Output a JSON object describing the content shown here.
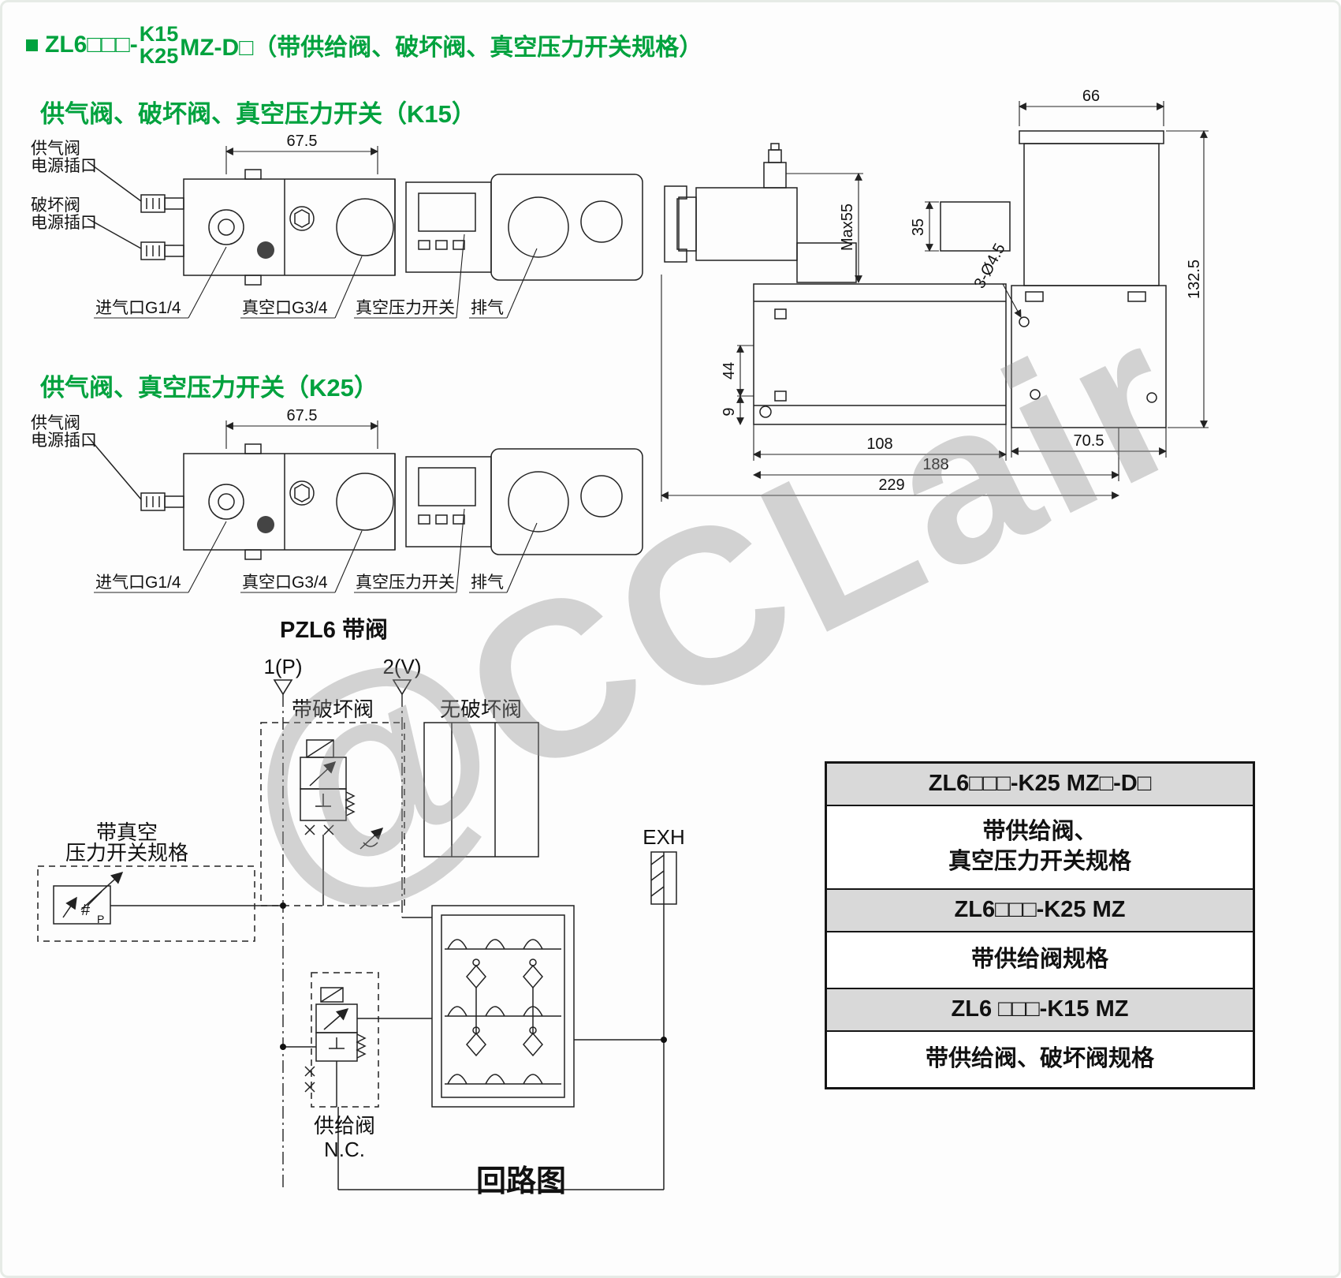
{
  "page": {
    "watermark_at": "@",
    "watermark": "CCLair",
    "title": {
      "prefix": "ZL6□□□-",
      "top": "K15",
      "bottom": "K25",
      "suffix": "MZ-D□（带供给阀、破坏阀、真空压力开关规格）"
    }
  },
  "k15": {
    "heading": "供气阀、破坏阀、真空压力开关（K15）",
    "supply_plug_l1": "供气阀",
    "supply_plug_l2": "电源插口",
    "break_plug_l1": "破坏阀",
    "break_plug_l2": "电源插口",
    "dim_675": "67.5",
    "inlet": "进气口G1/4",
    "vacuum": "真空口G3/4",
    "switch": "真空压力开关",
    "exhaust": "排气"
  },
  "k25": {
    "heading": "供气阀、真空压力开关（K25）",
    "supply_plug_l1": "供气阀",
    "supply_plug_l2": "电源插口",
    "dim_675": "67.5",
    "inlet": "进气口G1/4",
    "vacuum": "真空口G3/4",
    "switch": "真空压力开关",
    "exhaust": "排气"
  },
  "dims": {
    "d66": "66",
    "max55": "Max55",
    "d35": "35",
    "holes": "3-Ø4.5",
    "d1325": "132.5",
    "d44": "44",
    "d9": "9",
    "d108": "108",
    "d188": "188",
    "d229": "229",
    "d705": "70.5"
  },
  "pzl6": {
    "model": "PZL6",
    "text": "带阀"
  },
  "circuit": {
    "port_p": "1(P)",
    "port_v": "2(V)",
    "with_break": "带破坏阀",
    "without_break": "无破坏阀",
    "switch_l1": "带真空",
    "switch_l2": "压力开关规格",
    "exh": "EXH",
    "hash": "#",
    "p": "P",
    "supply": "供给阀",
    "nc": "N.C.",
    "caption": "回路图"
  },
  "table": {
    "rows": [
      {
        "text": "ZL6□□□-K25 MZ□-D□"
      },
      {
        "text": "带供给阀、\n真空压力开关规格"
      },
      {
        "text": "ZL6□□□-K25 MZ"
      },
      {
        "text": "带供给阀规格"
      },
      {
        "text": "ZL6 □□□-K15 MZ"
      },
      {
        "text": "带供给阀、破坏阀规格"
      }
    ]
  }
}
